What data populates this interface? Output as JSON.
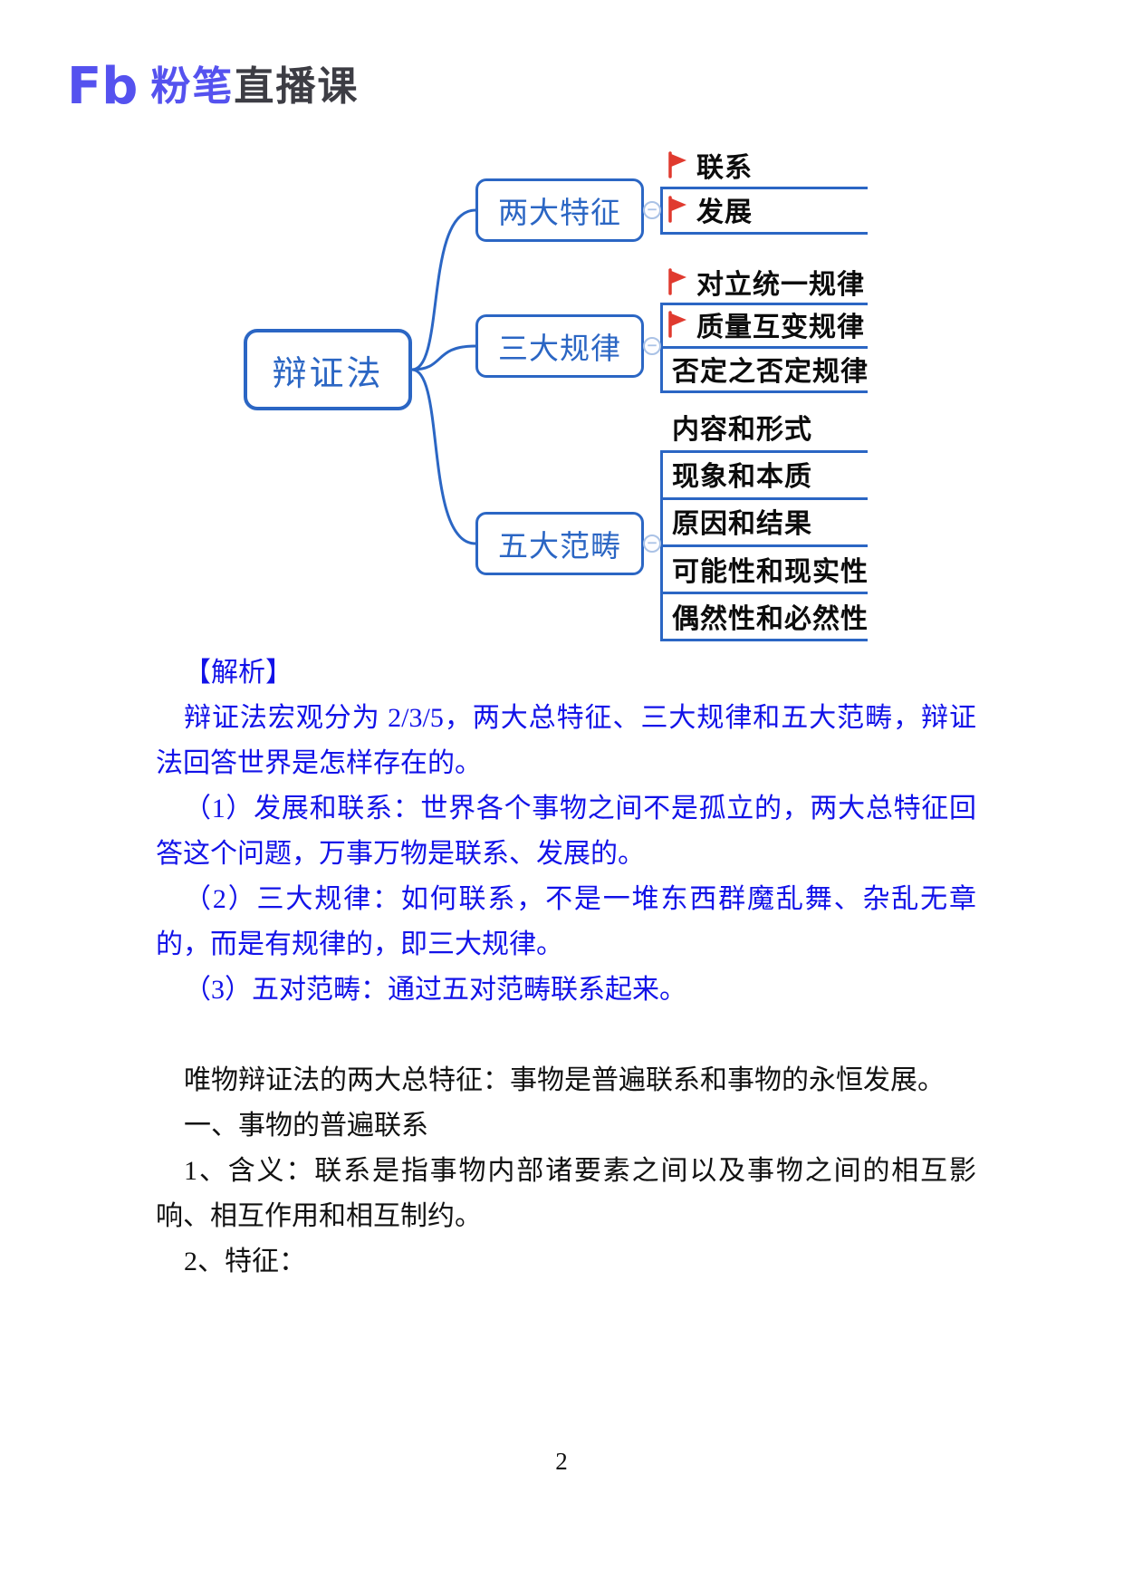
{
  "logo": {
    "mark": "Fb",
    "brand": "粉笔",
    "suffix": "直播课"
  },
  "colors": {
    "mindmap_blue": "#2b66c4",
    "doc_text_blue": "#1212e8",
    "flag_red": "#e03a2f",
    "logo_purple": "#5552ef",
    "logo_dark": "#3d3d44"
  },
  "mindmap": {
    "root": "辩证法",
    "collapse_glyph": "−",
    "branches": [
      {
        "label": "两大特征",
        "children": [
          {
            "text": "联系",
            "flag": true
          },
          {
            "text": "发展",
            "flag": true
          }
        ]
      },
      {
        "label": "三大规律",
        "children": [
          {
            "text": "对立统一规律",
            "flag": true
          },
          {
            "text": "质量互变规律",
            "flag": true
          },
          {
            "text": "否定之否定规律",
            "flag": false
          }
        ]
      },
      {
        "label": "五大范畴",
        "children": [
          {
            "text": "内容和形式",
            "flag": false
          },
          {
            "text": "现象和本质",
            "flag": false
          },
          {
            "text": "原因和结果",
            "flag": false
          },
          {
            "text": "可能性和现实性",
            "flag": false
          },
          {
            "text": "偶然性和必然性",
            "flag": false
          }
        ]
      }
    ]
  },
  "analysis": {
    "blue_paragraphs": [
      "【解析】",
      "辩证法宏观分为 2/3/5，两大总特征、三大规律和五大范畴，辩证法回答世界是怎样存在的。",
      "（1）发展和联系：世界各个事物之间不是孤立的，两大总特征回答这个问题，万事万物是联系、发展的。",
      "（2）三大规律：如何联系，不是一堆东西群魔乱舞、杂乱无章的，而是有规律的，即三大规律。",
      "（3）五对范畴：通过五对范畴联系起来。"
    ],
    "black_paragraphs": [
      "唯物辩证法的两大总特征：事物是普遍联系和事物的永恒发展。",
      "一、事物的普遍联系",
      "1、含义：联系是指事物内部诸要素之间以及事物之间的相互影响、相互作用和相互制约。",
      "2、特征："
    ]
  },
  "page_number": "2"
}
